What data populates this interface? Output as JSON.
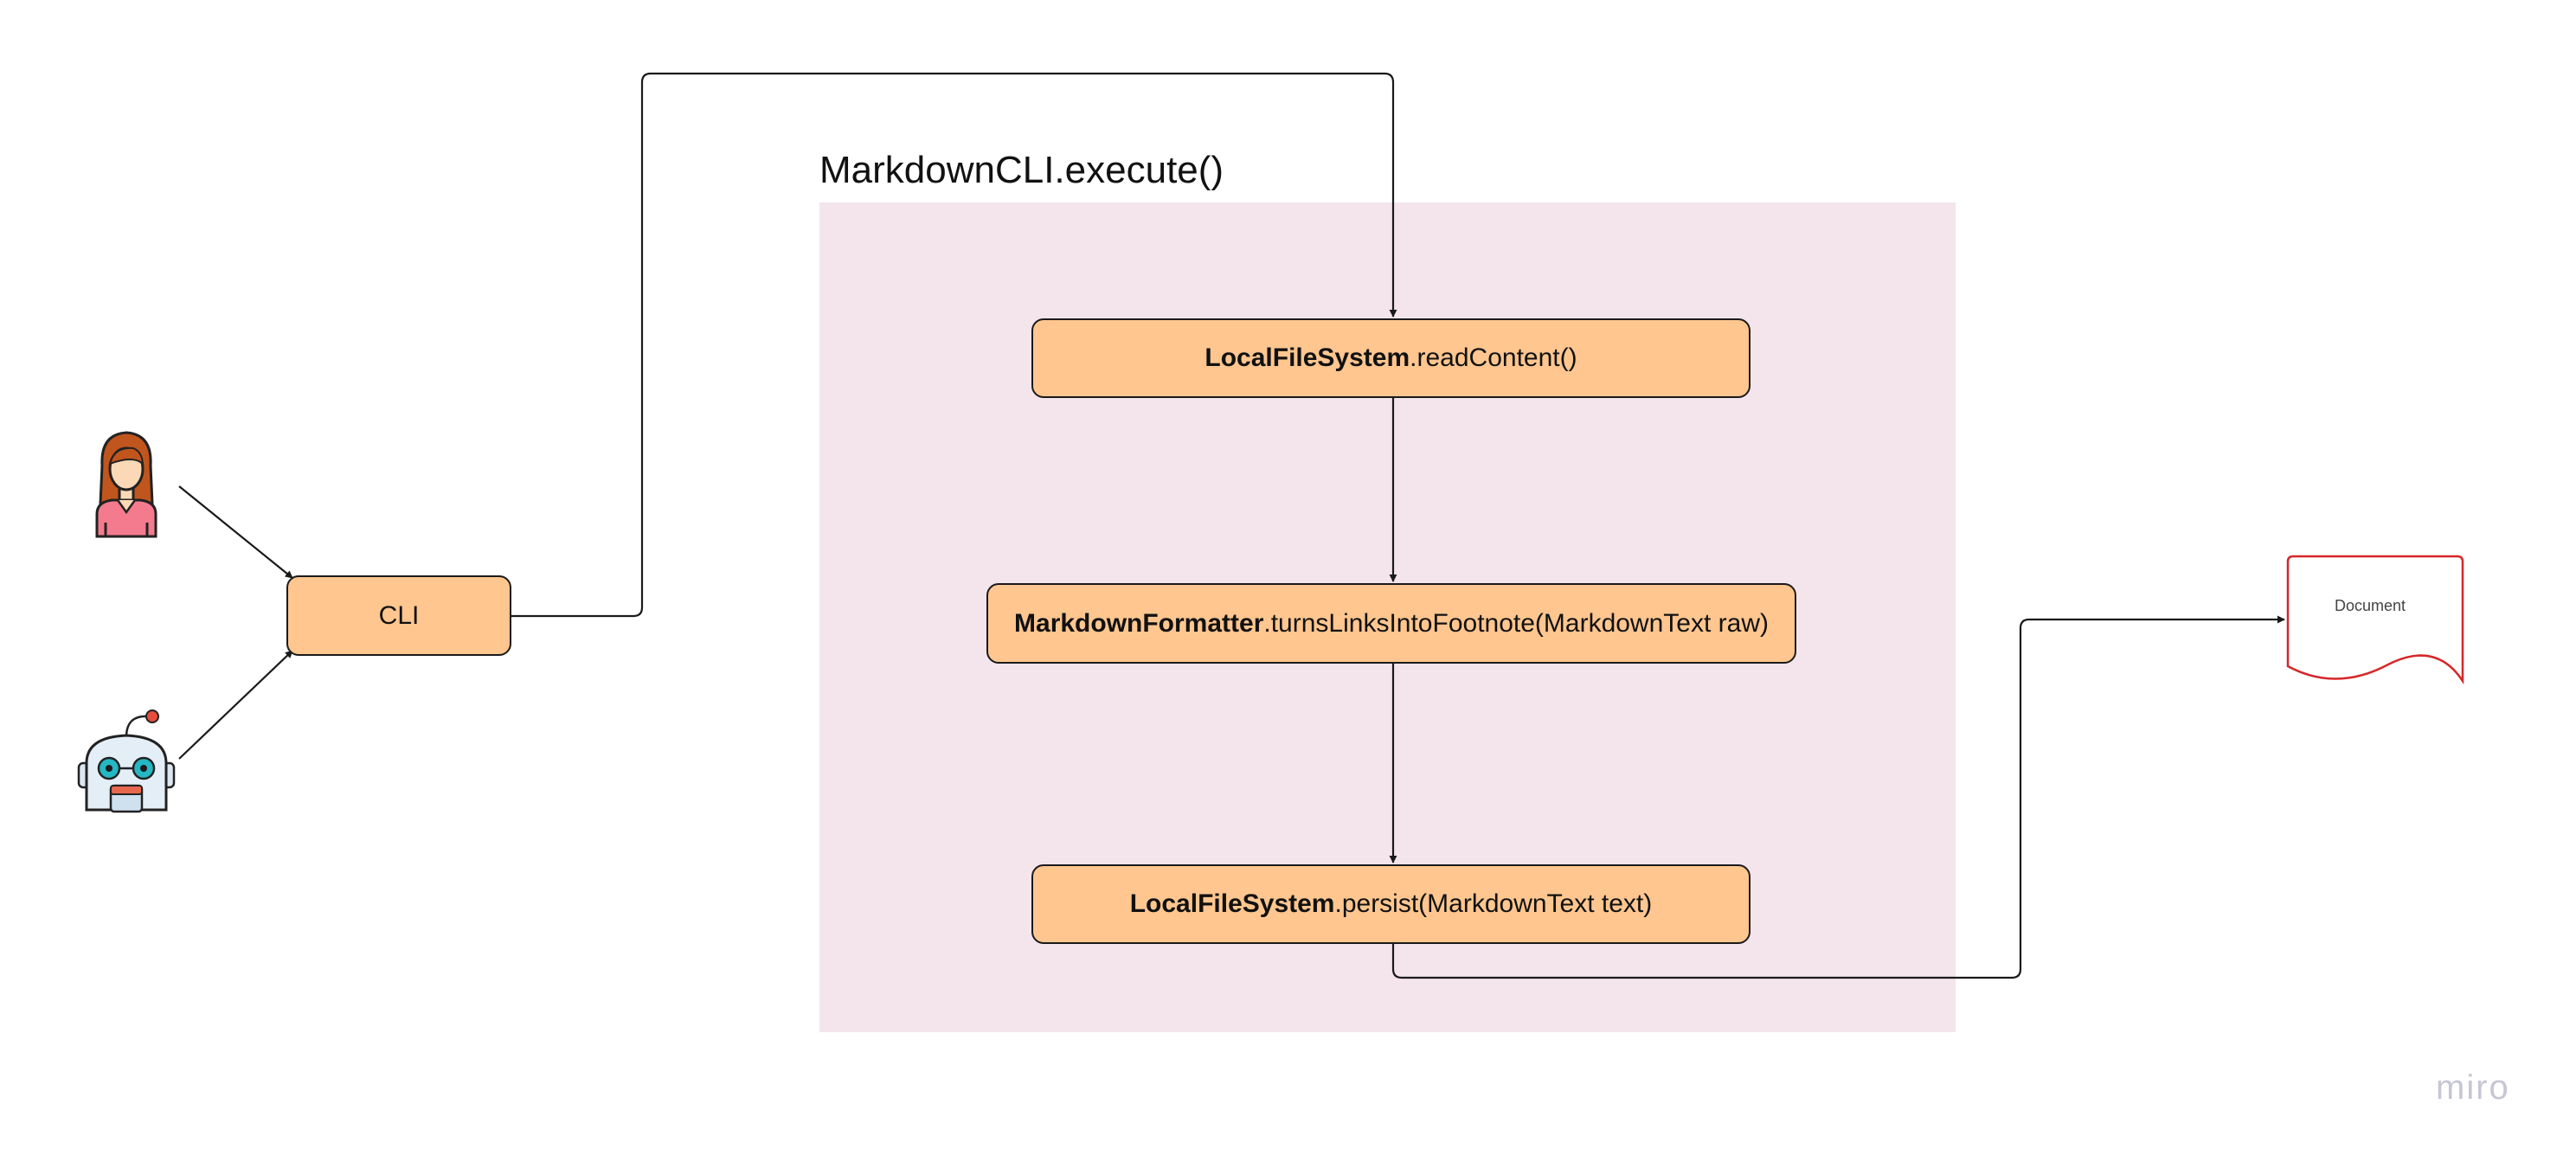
{
  "frame": {
    "title": "MarkdownCLI.execute()"
  },
  "nodes": {
    "cli": {
      "label": "CLI"
    },
    "read_content": {
      "bold": "LocalFileSystem",
      "rest": ".readContent()"
    },
    "formatter": {
      "bold": "MarkdownFormatter",
      "rest": ".turnsLinksIntoFootnote(MarkdownText raw)"
    },
    "persist": {
      "bold": "LocalFileSystem",
      "rest": ".persist(MarkdownText text)"
    }
  },
  "document": {
    "label": "Document"
  },
  "watermark": {
    "label": "miro"
  },
  "icons": {
    "user": "woman-user-icon",
    "bot": "robot-icon",
    "document": "document-shape-icon"
  },
  "colors": {
    "frame_fill": "#f4e4ec",
    "node_fill": "#ffc68f",
    "document_stroke": "#d62728",
    "connector": "#1a1a1a",
    "watermark": "#c6c6d4"
  }
}
